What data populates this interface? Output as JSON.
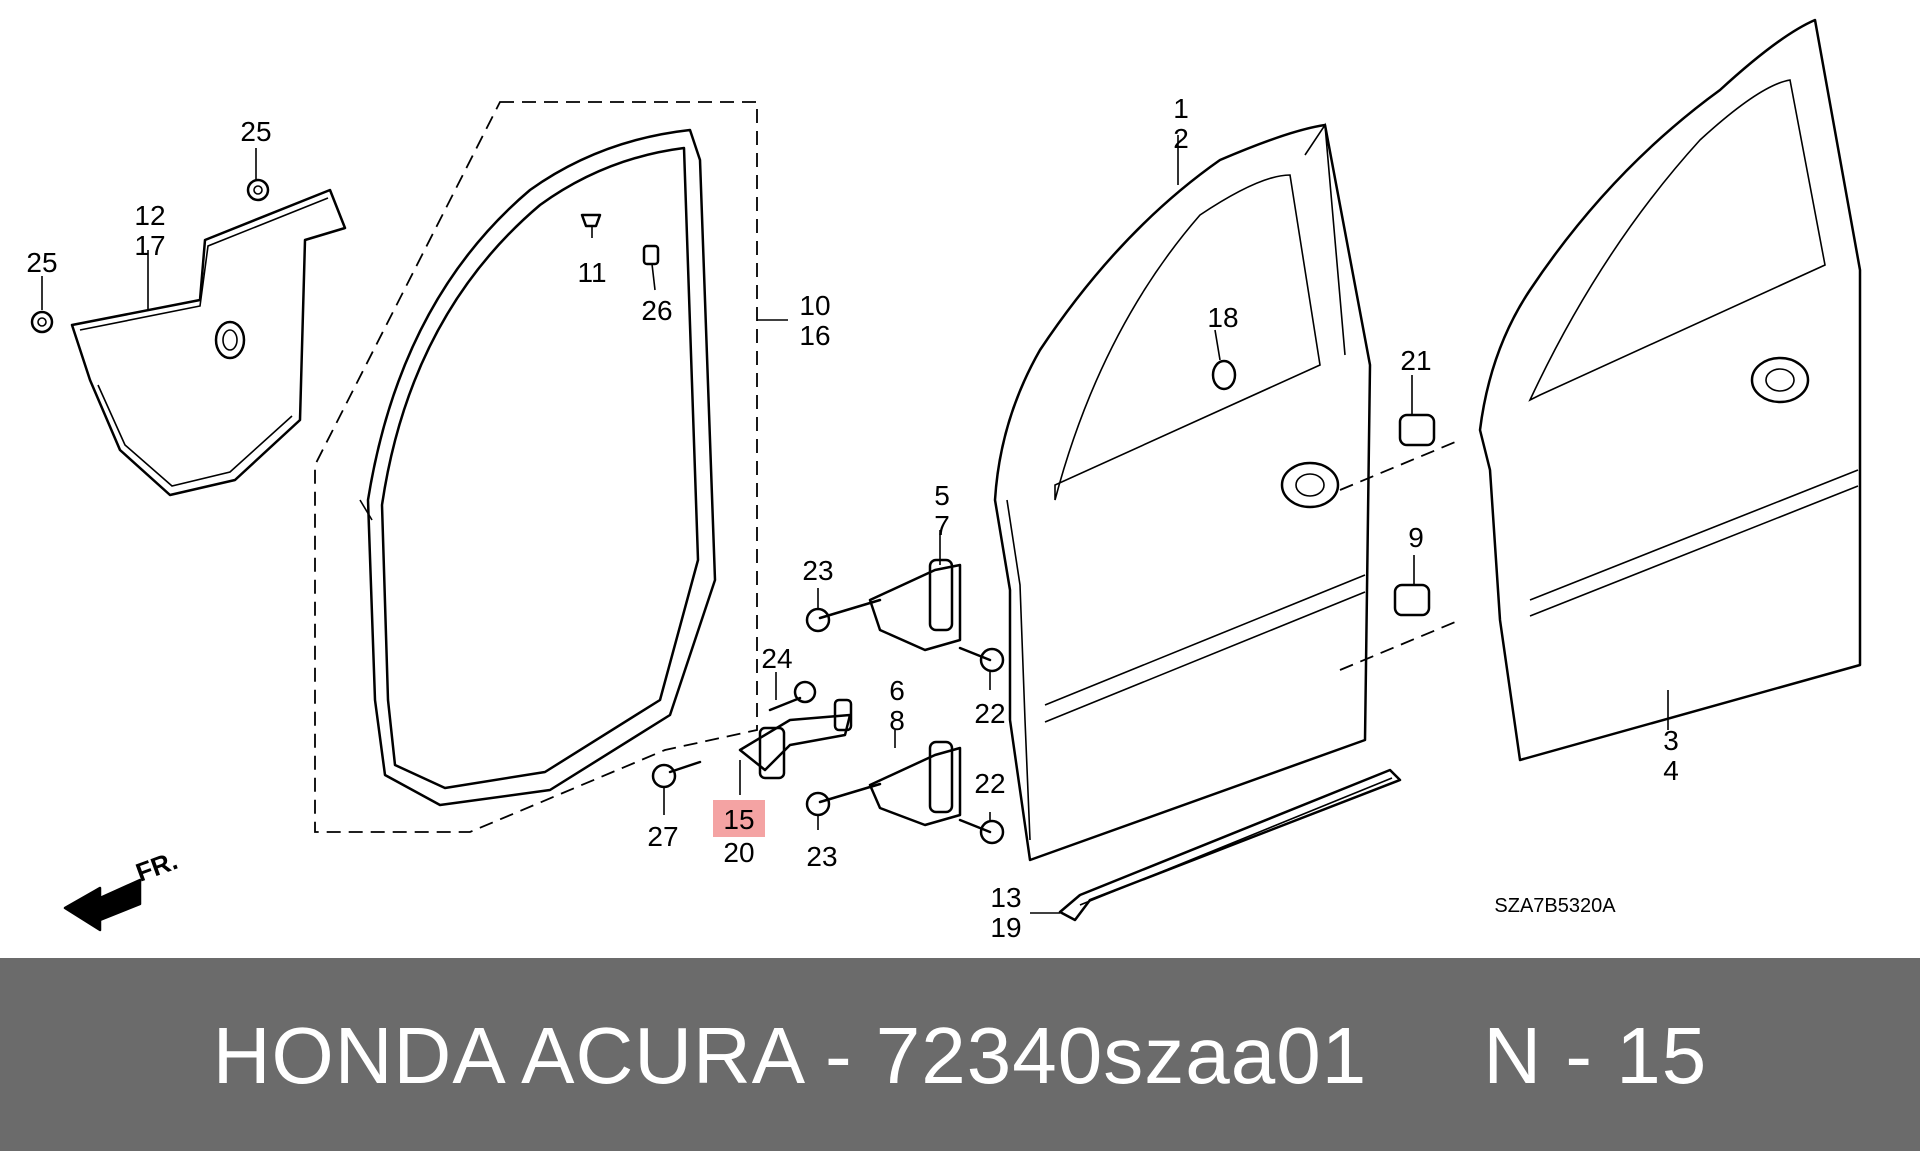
{
  "diagram": {
    "callouts": {
      "c1": "1",
      "c2": "2",
      "c3": "3",
      "c4": "4",
      "c5": "5",
      "c6": "6",
      "c7": "7",
      "c8": "8",
      "c9": "9",
      "c10": "10",
      "c11": "11",
      "c12": "12",
      "c13": "13",
      "c15": "15",
      "c16": "16",
      "c17": "17",
      "c18": "18",
      "c19": "19",
      "c20": "20",
      "c21": "21",
      "c22a": "22",
      "c22b": "22",
      "c23a": "23",
      "c23b": "23",
      "c24": "24",
      "c25a": "25",
      "c25b": "25",
      "c26": "26",
      "c27": "27"
    },
    "highlighted_part": "15",
    "highlight_color": "#f4a3a3",
    "front_label": "FR.",
    "drawing_code": "SZA7B5320A"
  },
  "footer": {
    "text": "HONDA ACURA - 72340szaa01     N - 15",
    "background_color": "#6b6b6b",
    "text_color": "#ffffff"
  }
}
